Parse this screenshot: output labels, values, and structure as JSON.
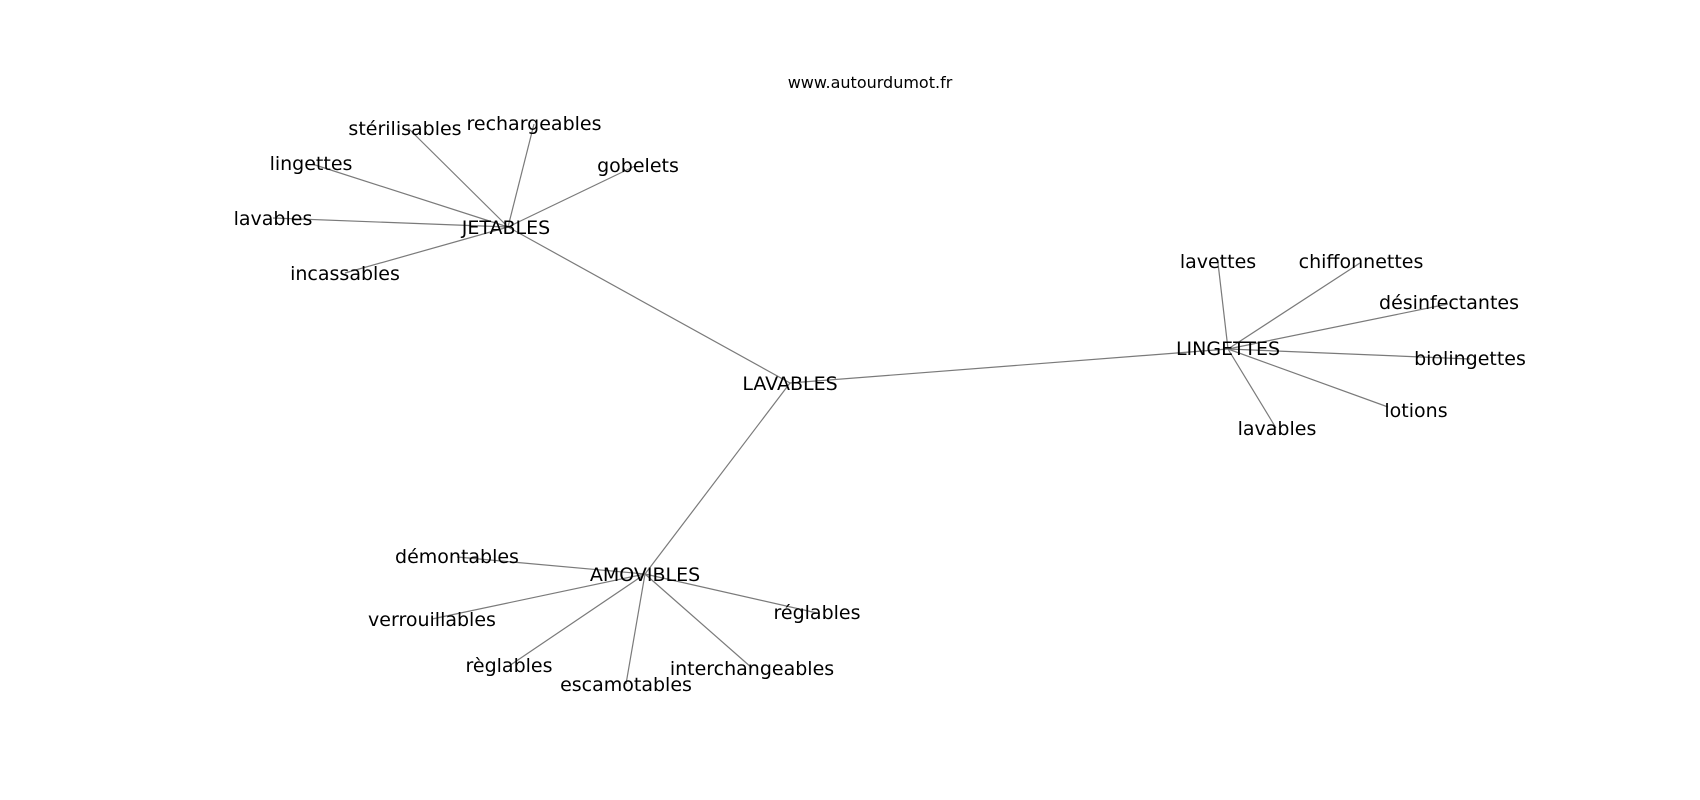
{
  "source": "www.autourdumot.fr",
  "center": "LAVABLES",
  "clusters": [
    {
      "hub": "JETABLES",
      "leaves": [
        "stérilisables",
        "rechargeables",
        "lingettes",
        "gobelets",
        "lavables",
        "incassables"
      ]
    },
    {
      "hub": "LINGETTES",
      "leaves": [
        "lavettes",
        "chiffonnettes",
        "désinfectantes",
        "biolingettes",
        "lotions",
        "lavables"
      ]
    },
    {
      "hub": "AMOVIBLES",
      "leaves": [
        "démontables",
        "verrouillables",
        "réglables",
        "règlables",
        "escamotables",
        "interchangeables"
      ]
    }
  ],
  "colors": {
    "edge": "#7a7a7a",
    "text": "#000000",
    "background": "#ffffff"
  }
}
